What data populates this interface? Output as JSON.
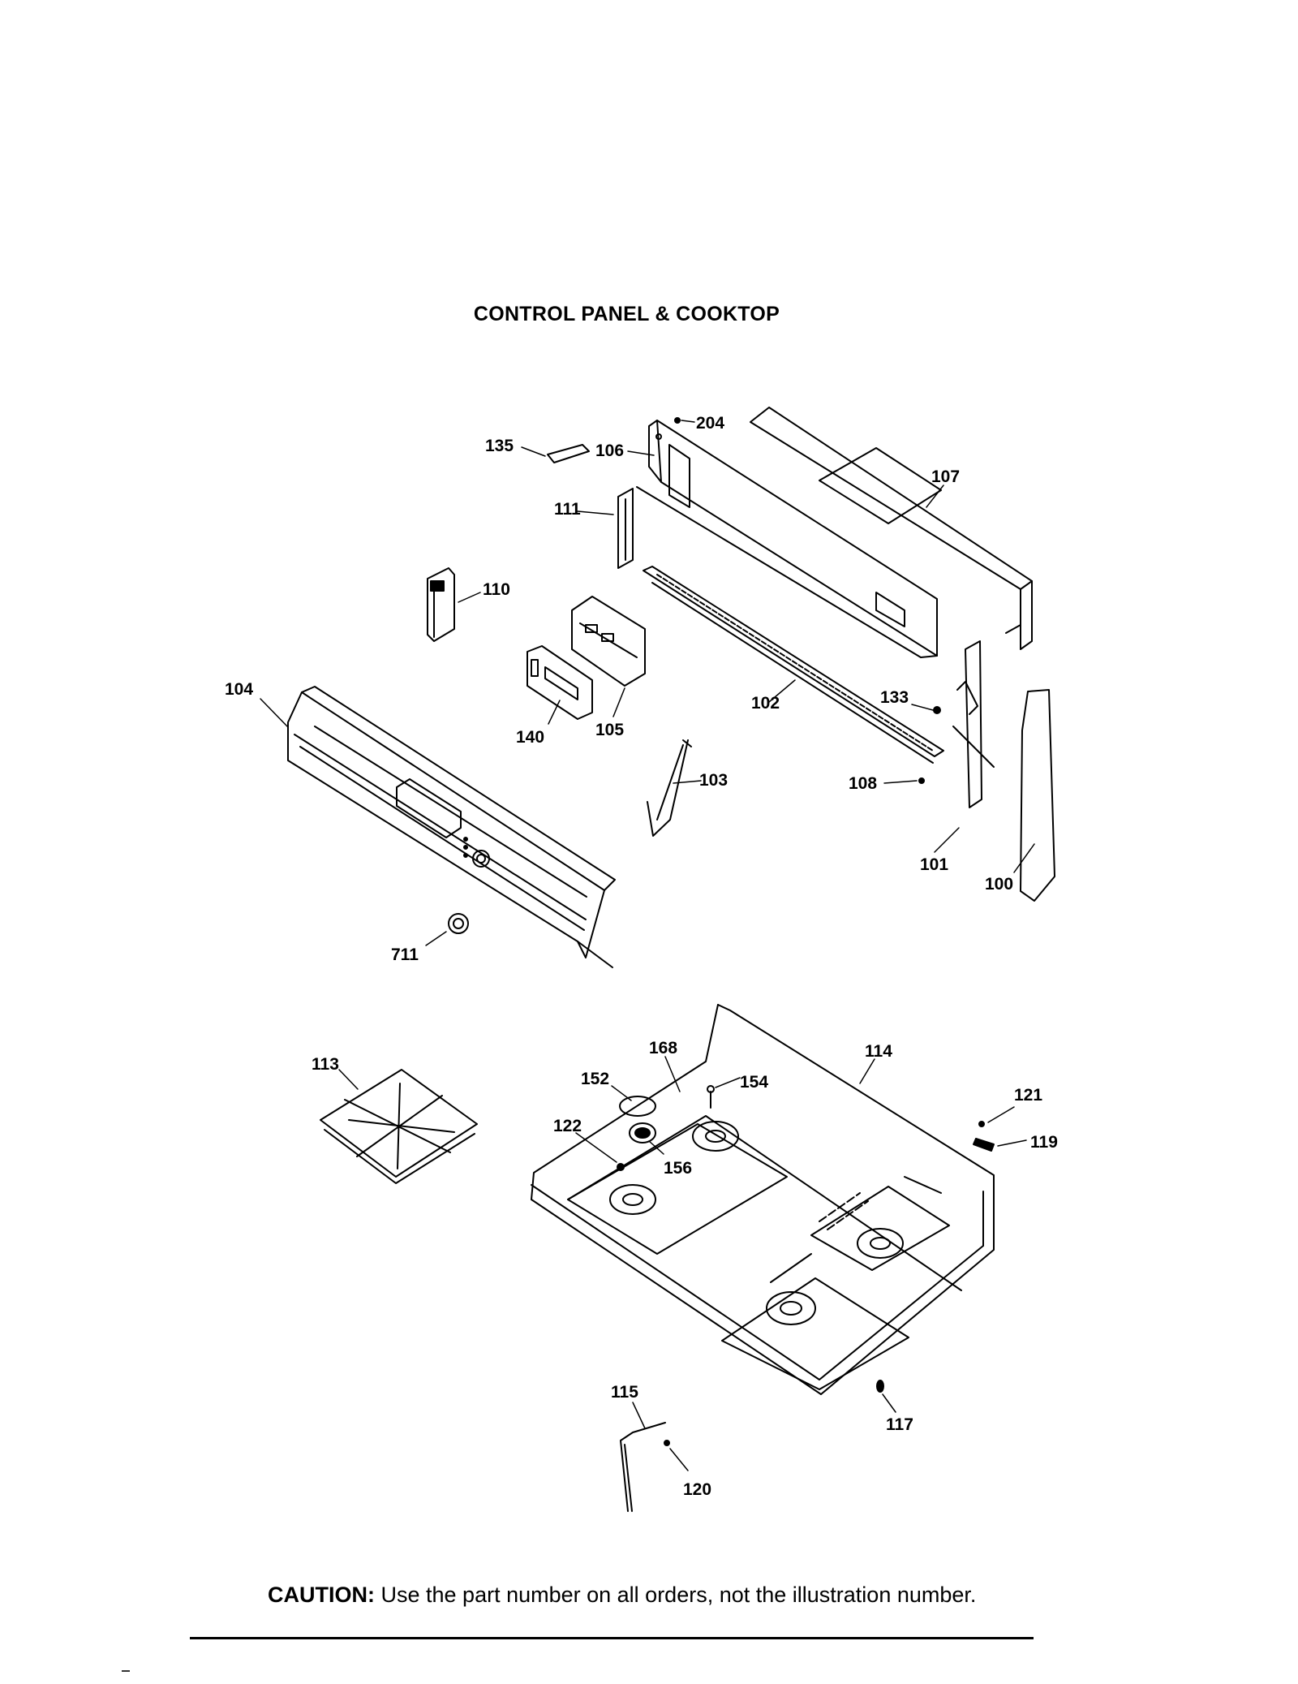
{
  "title": "CONTROL PANEL & COOKTOP",
  "caution": {
    "label": "CAUTION:",
    "text": "Use the part number on all orders, not the illustration number."
  },
  "callouts": [
    "204",
    "135",
    "106",
    "107",
    "111",
    "110",
    "104",
    "140",
    "105",
    "102",
    "133",
    "103",
    "108",
    "101",
    "100",
    "711",
    "113",
    "168",
    "114",
    "152",
    "154",
    "122",
    "156",
    "121",
    "119",
    "115",
    "117",
    "120"
  ]
}
